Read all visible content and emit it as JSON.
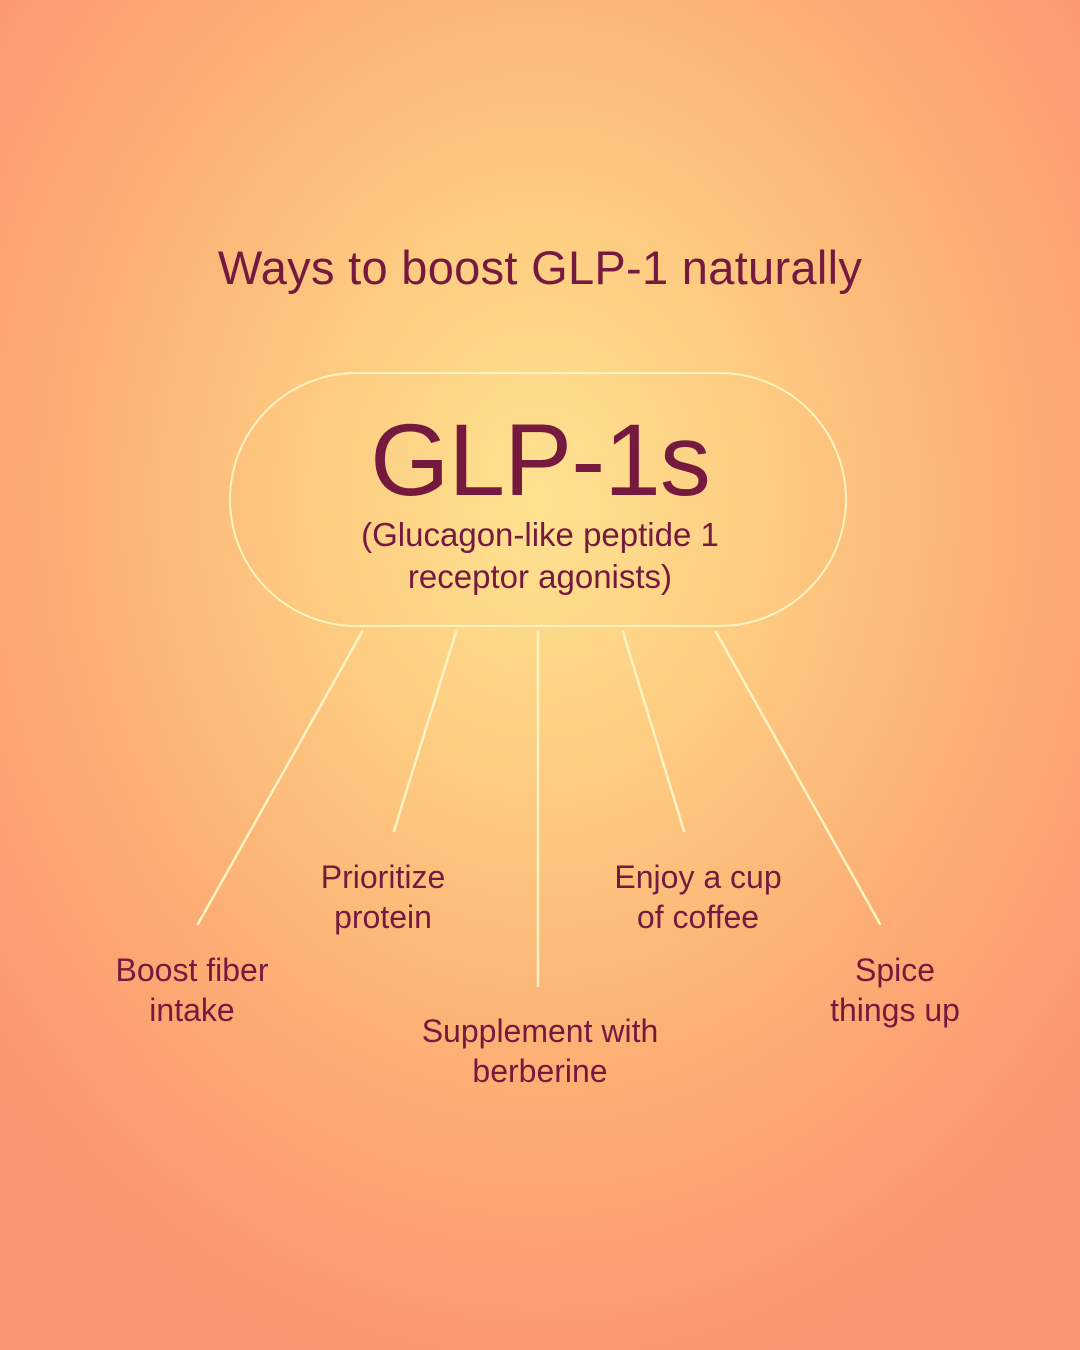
{
  "header": {
    "title": "Ways to boost GLP-1 naturally"
  },
  "center": {
    "title": "GLP-1s",
    "subtitle": "(Glucagon-like peptide 1\nreceptor agonists)"
  },
  "ways": [
    {
      "label": "Boost fiber\nintake"
    },
    {
      "label": "Prioritize\nprotein"
    },
    {
      "label": "Supplement with\nberberine"
    },
    {
      "label": "Enjoy a cup\nof coffee"
    },
    {
      "label": "Spice\nthings up"
    }
  ],
  "colors": {
    "text": "#75193e",
    "line": "#fff3c2",
    "gradient_center": "#fee391",
    "gradient_edge": "#fb9470"
  }
}
